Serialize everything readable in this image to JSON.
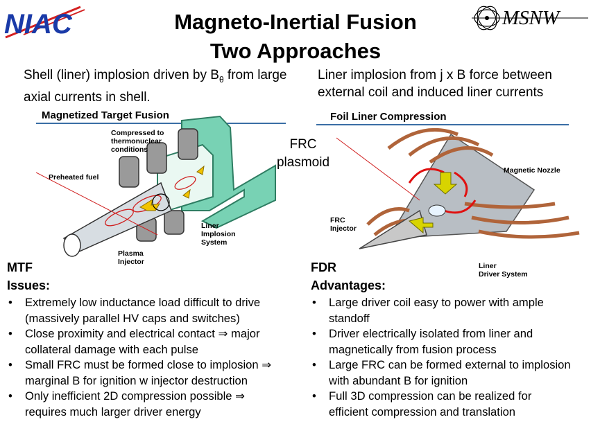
{
  "logos": {
    "left": "NIAC",
    "right": "MSNW"
  },
  "title": {
    "line1": "Magneto-Inertial Fusion",
    "line2": "Two Approaches"
  },
  "left": {
    "subtitle_a": "Shell (liner) implosion driven by B",
    "subtitle_sub": "θ",
    "subtitle_b": " from large",
    "subtitle_line2": "axial currents in shell.",
    "figure": {
      "heading": "Magnetized Target Fusion",
      "labels": {
        "compressed": [
          "Compressed to",
          "thermonuclear",
          "conditions"
        ],
        "preheated": "Preheated fuel",
        "liner": [
          "Liner",
          "Implosion",
          "System"
        ],
        "plasma": [
          "Plasma",
          "Injector"
        ]
      }
    },
    "section": "MTF",
    "issues_heading": "Issues:",
    "bullets": [
      [
        "Extremely low inductance load difficult to drive",
        "(massively parallel HV caps and switches)"
      ],
      [
        "Close proximity and electrical contact ⇒ major",
        "collateral damage with each pulse"
      ],
      [
        "Small FRC must be formed close to implosion ⇒",
        "marginal B for ignition w injector destruction"
      ],
      [
        "Only inefficient 2D compression possible ⇒",
        "requires much larger driver energy"
      ]
    ]
  },
  "right": {
    "subtitle_line1": "Liner implosion from j x B force between",
    "subtitle_line2": "external coil and induced liner currents",
    "figure": {
      "heading": "Foil Liner Compression",
      "labels": {
        "nozzle": "Magnetic Nozzle",
        "frc_injector": [
          "FRC",
          "Injector"
        ],
        "liner_driver": [
          "Liner",
          "Driver System"
        ]
      }
    },
    "section": "FDR",
    "advantages_heading": "Advantages:",
    "bullets": [
      [
        "Large driver coil easy to power with ample",
        "standoff"
      ],
      [
        "Driver electrically isolated from liner and",
        "magnetically from fusion process"
      ],
      [
        "Large FRC can be formed external to implosion",
        "with abundant B for ignition"
      ],
      [
        "Full 3D compression can be realized for",
        "efficient compression and translation"
      ]
    ]
  },
  "center_label": [
    "FRC",
    "plasmoid"
  ]
}
